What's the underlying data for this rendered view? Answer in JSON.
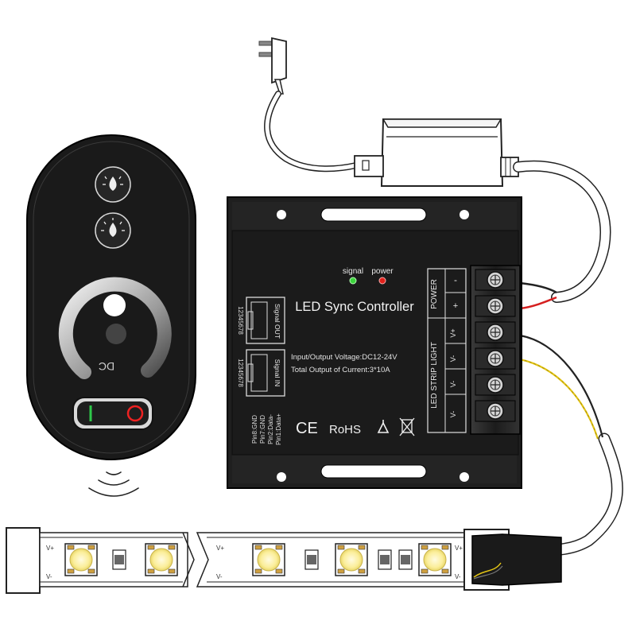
{
  "controller": {
    "title": "LED Sync Controller",
    "indicator_signal": "signal",
    "indicator_power": "power",
    "spec_voltage": "Input/Output Voltage:DC12-24V",
    "spec_current": "Total Output of Current:3*10A",
    "signal_out_label": "Signal OUT",
    "signal_in_label": "Signal IN",
    "pin_numbers_top": "12345678",
    "pin_numbers_bottom": "12345678",
    "pin1": "Pin1:Data+",
    "pin2": "Pin2:Data-",
    "pin7": "Pin7:GND",
    "pin8": "Pin8:GND",
    "power_section": "POWER",
    "led_section": "LED STRIP LIGHT",
    "power_minus": "-",
    "power_plus": "+",
    "terminal_labels": [
      "V+",
      "V-",
      "V-",
      "V-"
    ],
    "cert_ce": "CE",
    "cert_rohs": "RoHS"
  },
  "remote": {
    "label": "DC"
  },
  "strip": {
    "pad_plus": "V+",
    "pad_minus": "V-"
  },
  "colors": {
    "controller_body": "#1f1f1f",
    "remote_body": "#1a1a1a",
    "led_warm": "#fbf1a6",
    "signal_led": "#3cd43c",
    "power_led": "#e0201a"
  }
}
